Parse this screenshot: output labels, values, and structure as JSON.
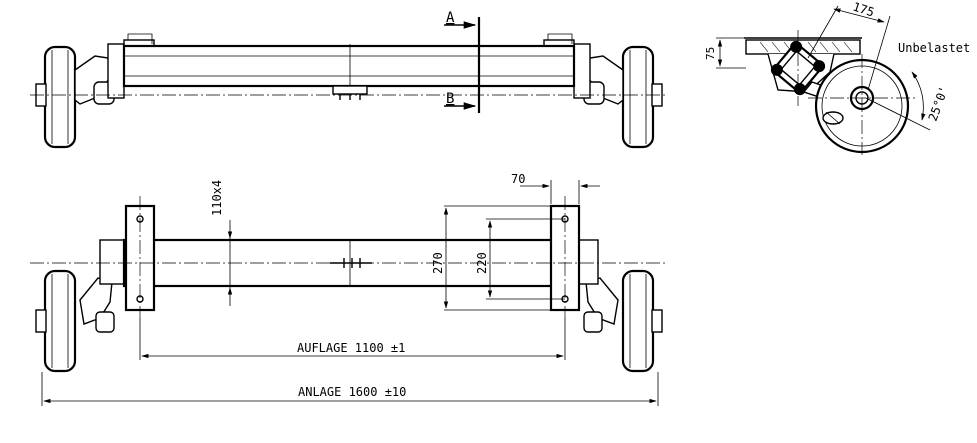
{
  "labels": {
    "section_a": "A",
    "section_b": "B",
    "unloaded": "Unbelastet",
    "dim_75": "75",
    "dim_175": "175",
    "dim_angle": "25°0'",
    "dim_110x4": "110x4",
    "dim_70": "70",
    "dim_270": "270",
    "dim_220": "220",
    "dim_auflage": "AUFLAGE 1100 ±1",
    "dim_anlage": "ANLAGE 1600 ±10"
  }
}
